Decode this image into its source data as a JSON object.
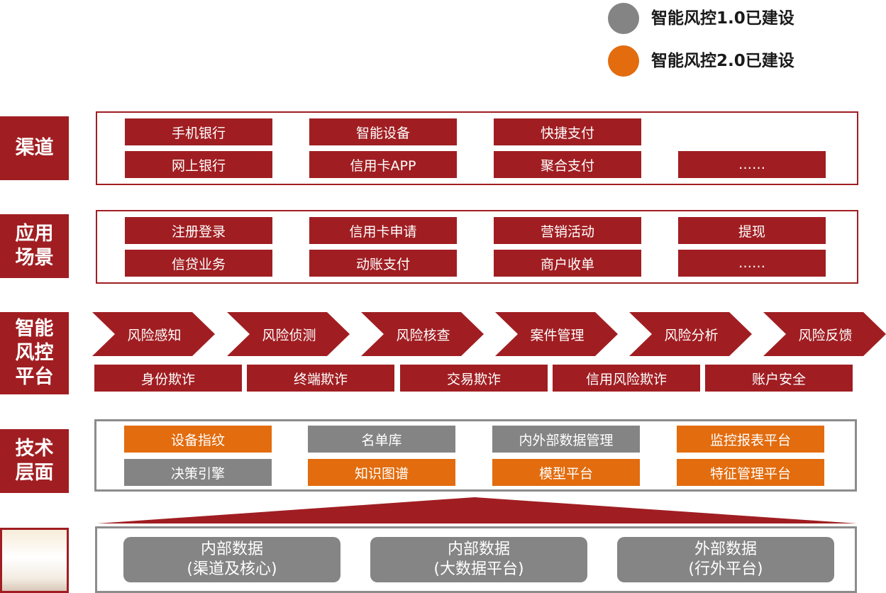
{
  "legend": [
    {
      "label": "智能风控1.0已建设",
      "color": "#848484"
    },
    {
      "label": "智能风控2.0已建设",
      "color": "#e26c0e"
    }
  ],
  "rows": {
    "channel": {
      "label_lines": [
        "渠道"
      ],
      "items": [
        "手机银行",
        "智能设备",
        "快捷支付",
        "网上银行",
        "信用卡APP",
        "聚合支付",
        "……"
      ]
    },
    "scenario": {
      "label_lines": [
        "应用",
        "场景"
      ],
      "items": [
        "注册登录",
        "信用卡申请",
        "营销活动",
        "提现",
        "信贷业务",
        "动账支付",
        "商户收单",
        "……"
      ]
    },
    "platform": {
      "label_lines": [
        "智能",
        "风控",
        "平台"
      ],
      "steps": [
        "风险感知",
        "风险侦测",
        "风险核查",
        "案件管理",
        "风险分析",
        "风险反馈"
      ],
      "fraud_types": [
        "身份欺诈",
        "终端欺诈",
        "交易欺诈",
        "信用风险欺诈",
        "账户安全"
      ]
    },
    "tech": {
      "label_lines": [
        "技术",
        "层面"
      ],
      "items": [
        {
          "label": "设备指纹",
          "status": "2.0"
        },
        {
          "label": "名单库",
          "status": "1.0"
        },
        {
          "label": "内外部数据管理",
          "status": "1.0"
        },
        {
          "label": "监控报表平台",
          "status": "2.0"
        },
        {
          "label": "决策引擎",
          "status": "1.0"
        },
        {
          "label": "知识图谱",
          "status": "2.0"
        },
        {
          "label": "模型平台",
          "status": "2.0"
        },
        {
          "label": "特征管理平台",
          "status": "2.0"
        }
      ]
    },
    "data": {
      "items": [
        {
          "line1": "内部数据",
          "line2": "(渠道及核心)"
        },
        {
          "line1": "内部数据",
          "line2": "(大数据平台)"
        },
        {
          "line1": "外部数据",
          "line2": "(行外平台)"
        }
      ]
    }
  }
}
